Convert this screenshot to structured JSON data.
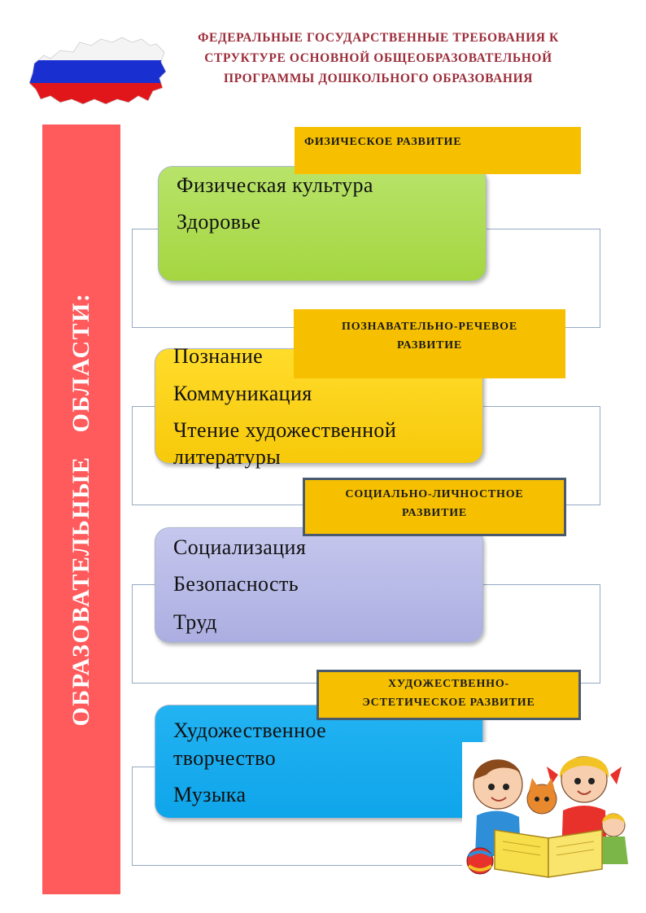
{
  "header": {
    "title_lines": [
      "ФЕДЕРАЛЬНЫЕ ГОСУДАРСТВЕННЫЕ ТРЕБОВАНИЯ К",
      "СТРУКТУРЕ ОСНОВНОЙ ОБЩЕОБРАЗОВАТЕЛЬНОЙ",
      "ПРОГРАММЫ  ДОШКОЛЬНОГО ОБРАЗОВАНИЯ"
    ]
  },
  "side": {
    "text": "ОБРАЗОВАТЕЛЬНЫЕ  ОБЛАСТИ:"
  },
  "areas": [
    {
      "label": "ФИЗИЧЕСКОЕ РАЗВИТИЕ",
      "items": [
        "Физическая культура",
        "Здоровье"
      ]
    },
    {
      "label_lines": [
        "ПОЗНАВАТЕЛЬНО-РЕЧЕВОЕ",
        "РАЗВИТИЕ"
      ],
      "items": [
        "Познание",
        "Коммуникация",
        "Чтение художественной",
        "литературы"
      ]
    },
    {
      "label_lines": [
        "СОЦИАЛЬНО-ЛИЧНОСТНОЕ",
        "РАЗВИТИЕ"
      ],
      "items": [
        "Социализация",
        "Безопасность",
        "Труд"
      ]
    },
    {
      "label_lines": [
        "ХУДОЖЕСТВЕННО-",
        "ЭСТЕТИЧЕСКОЕ РАЗВИТИЕ"
      ],
      "items": [
        "Художественное",
        "творчество",
        "Музыка"
      ]
    }
  ],
  "colors": {
    "side_bar": "#ff5a5c",
    "label_bg": "#f6c000",
    "area_physical": "#a5d640",
    "area_cognitive": "#f7c90a",
    "area_social": "#acaee1",
    "area_art": "#0fa5ea",
    "title": "#9b2d3a"
  },
  "icons": [
    "russia-flag-map-icon",
    "children-reading-book-illustration"
  ]
}
